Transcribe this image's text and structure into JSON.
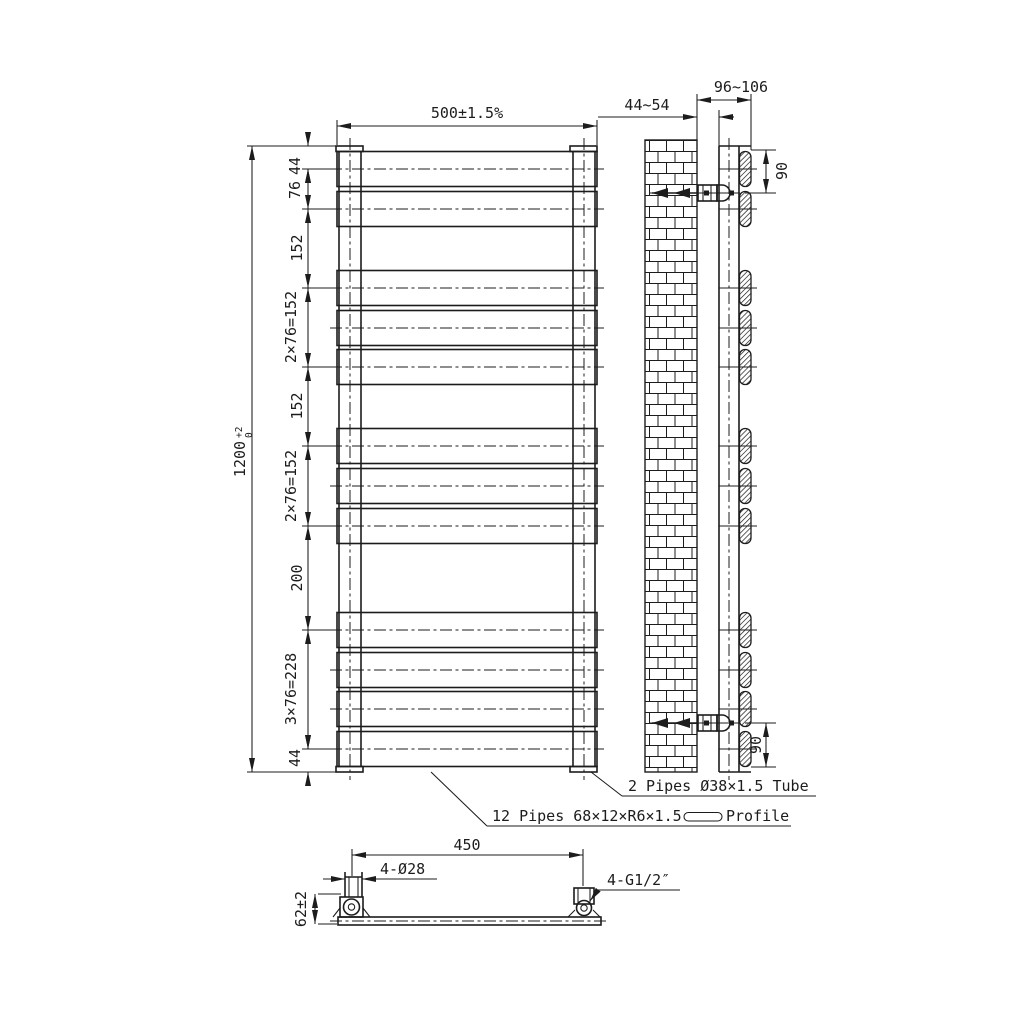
{
  "front_view": {
    "width_dim": "500±1.5%",
    "height_dim_value": "1200",
    "height_dim_tol_upper": "+2",
    "height_dim_tol_lower": "0",
    "chain_dims": [
      "44",
      "76",
      "152",
      "2×76=152",
      "152",
      "2×76=152",
      "200",
      "3×76=228",
      "44"
    ]
  },
  "side_view": {
    "wall_clearance_dim": "44~54",
    "overall_depth_dim": "96~106",
    "top_bracket_dim": "90",
    "bottom_bracket_dim": "90"
  },
  "bottom_view": {
    "bracket_centers_dim": "450",
    "bracket_hole_dim": "4-Ø28",
    "connection_thread_dim": "4-G1/2″",
    "depth_offset_dim": "62±2"
  },
  "notes": {
    "tube_note": "2 Pipes Ø38×1.5 Tube",
    "profile_note_prefix": "12 Pipes 68×12×R6×1.5",
    "profile_note_suffix": "Profile"
  },
  "colors": {
    "line": "#1c1c1c",
    "background": "#ffffff"
  }
}
